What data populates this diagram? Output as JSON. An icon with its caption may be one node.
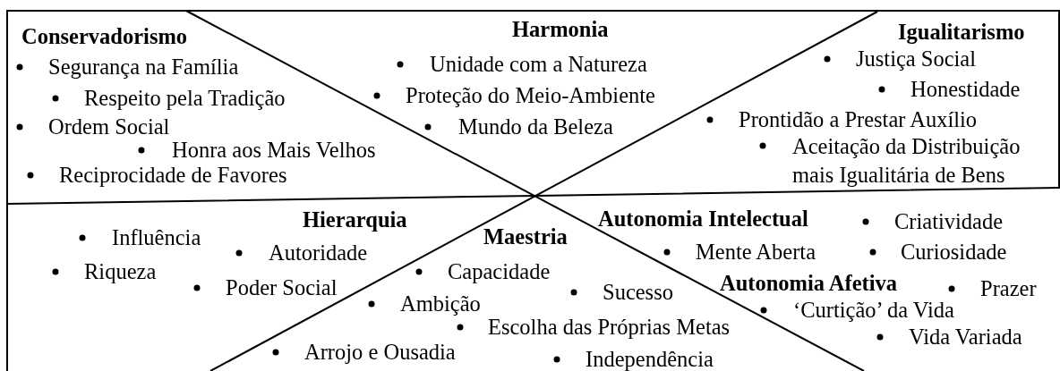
{
  "diagram": {
    "labels": [
      "Conservadorismo",
      "Segurança na Família",
      "Respeito pela Tradição",
      "Ordem Social",
      "Honra aos Mais Velhos",
      "Reciprocidade de Favores",
      "Harmonia",
      "Unidade com a Natureza",
      "Proteção do Meio-Ambiente",
      "Mundo da Beleza",
      "Igualitarismo",
      "Justiça Social",
      "Honestidade",
      "Prontidão a Prestar Auxílio",
      "Aceitação da Distribuição mais Igualitária de Bens",
      "Hierarquia",
      "Influência",
      "Autoridade",
      "Riqueza",
      "Poder Social",
      "Maestria",
      "Capacidade",
      "Ambição",
      "Sucesso",
      "Escolha das Próprias Metas",
      "Arrojo e Ousadia",
      "Independência",
      "Autonomia Intelectual",
      "Criatividade",
      "Mente Aberta",
      "Curiosidade",
      "Autonomia Afetiva",
      "Prazer",
      "‘Curtição’ da Vida",
      "Vida Variada"
    ]
  }
}
